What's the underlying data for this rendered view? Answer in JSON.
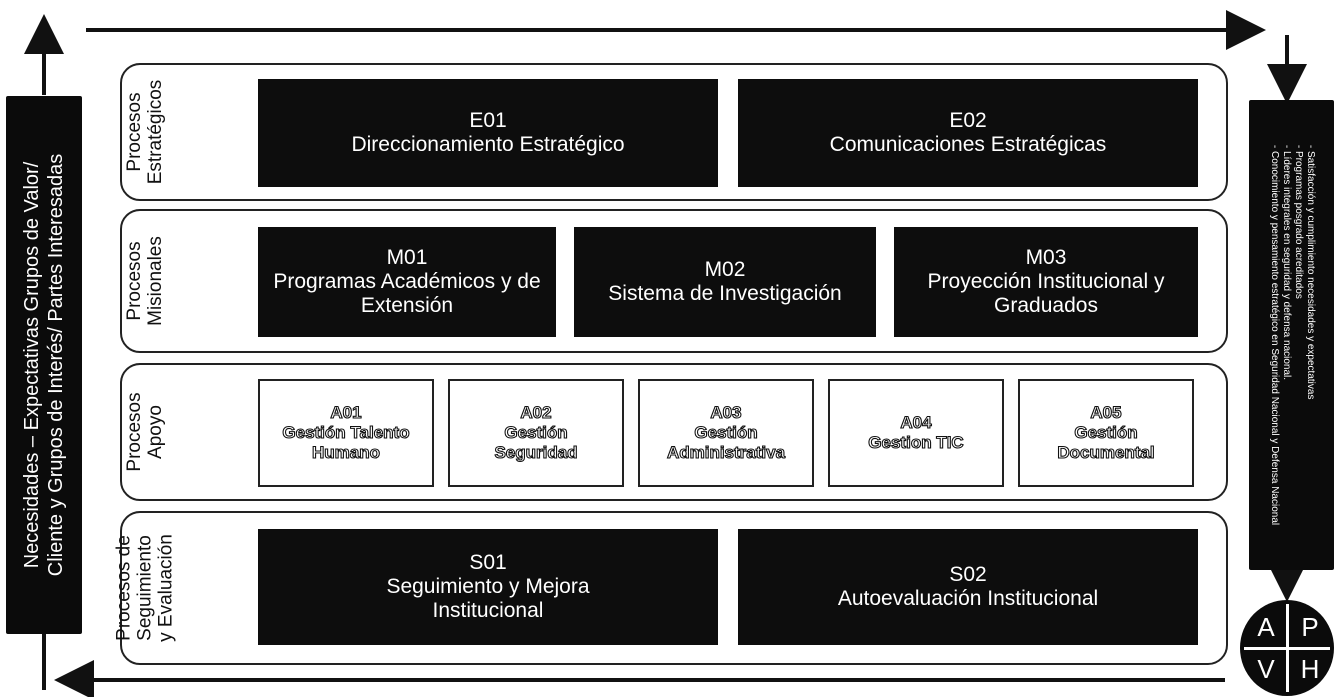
{
  "left_bar": {
    "line1": "Necesidades – Expectativas Grupos de Valor/",
    "line2": "Cliente y Grupos de Interés/ Partes Interesadas"
  },
  "right_bar": {
    "line1": "- Satisfacción y cumplimiento necesidades y expectativas",
    "line2": "- Programas posgrado acreditados",
    "line3": "- Líderes integrales en seguridad y defensa nacional.",
    "line4": "- Conocimiento y pensamiento estratégico en Seguridad Nacional y Defensa Nacional"
  },
  "rows": {
    "strategic": {
      "label1": "Procesos",
      "label2": "Estratégicos",
      "boxes": [
        {
          "code": "E01",
          "name1": "Direccionamiento Estratégico",
          "name2": ""
        },
        {
          "code": "E02",
          "name1": "Comunicaciones Estratégicas",
          "name2": ""
        }
      ]
    },
    "missional": {
      "label1": "Procesos",
      "label2": "Misionales",
      "boxes": [
        {
          "code": "M01",
          "name1": "Programas Académicos y de",
          "name2": "Extensión"
        },
        {
          "code": "M02",
          "name1": "Sistema de Investigación",
          "name2": ""
        },
        {
          "code": "M03",
          "name1": "Proyección Institucional y",
          "name2": "Graduados"
        }
      ]
    },
    "support": {
      "label1": "Procesos",
      "label2": "Apoyo",
      "boxes": [
        {
          "code": "A01",
          "name1": "Gestión Talento",
          "name2": "Humano"
        },
        {
          "code": "A02",
          "name1": "Gestión",
          "name2": "Seguridad"
        },
        {
          "code": "A03",
          "name1": "Gestión",
          "name2": "Administrativa"
        },
        {
          "code": "A04",
          "name1": "Gestion TIC",
          "name2": ""
        },
        {
          "code": "A05",
          "name1": "Gestión",
          "name2": "Documental"
        }
      ]
    },
    "monitoring": {
      "label1": "Procesos de",
      "label2": "Seguimiento",
      "label3": "y Evaluación",
      "boxes": [
        {
          "code": "S01",
          "name1": "Seguimiento y Mejora",
          "name2": "Institucional"
        },
        {
          "code": "S02",
          "name1": "Autoevaluación Institucional",
          "name2": ""
        }
      ]
    }
  },
  "pdca": {
    "p": "P",
    "h": "H",
    "v": "V",
    "a": "A"
  }
}
